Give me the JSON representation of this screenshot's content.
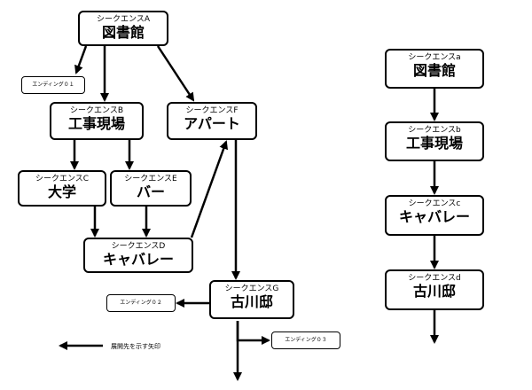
{
  "left_chart": {
    "seqA": {
      "sub": "シークエンスA",
      "main": "図書館"
    },
    "seqB": {
      "sub": "シークエンスB",
      "main": "工事現場"
    },
    "seqC": {
      "sub": "シークエンスC",
      "main": "大学"
    },
    "seqE": {
      "sub": "シークエンスE",
      "main": "バー"
    },
    "seqD": {
      "sub": "シークエンスD",
      "main": "キャバレー"
    },
    "seqF": {
      "sub": "シークエンスF",
      "main": "アパート"
    },
    "seqG": {
      "sub": "シークエンスG",
      "main": "古川邸"
    },
    "end1": "エンディング０１",
    "end2": "エンディング０２",
    "end3": "エンディング０３",
    "legend": "展開先を示す矢印"
  },
  "right_chart": {
    "seqa": {
      "sub": "シークエンスa",
      "main": "図書館"
    },
    "seqb": {
      "sub": "シークエンスb",
      "main": "工事現場"
    },
    "seqc": {
      "sub": "シークエンスc",
      "main": "キャバレー"
    },
    "seqd": {
      "sub": "シークエンスd",
      "main": "古川邸"
    }
  }
}
